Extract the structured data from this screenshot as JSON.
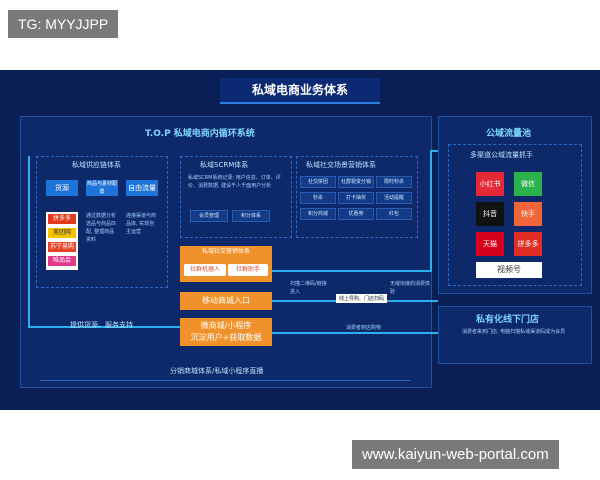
{
  "tag": "TG: MYYJJPP",
  "footer": "www.kaiyun-web-portal.com",
  "title": "私域电商业务体系",
  "top_system": "T.O.P 私域电商内循环系统",
  "supply": {
    "title": "私域供应链体系",
    "buttons": [
      "货源",
      "商品与素材配置",
      "自由流量"
    ],
    "desc1": "通过数据分析选品与商品匹配, 整理商品资料",
    "desc2": "连接渠道与商品库, 实现自主运营",
    "logos": [
      "拼多多",
      "美团网",
      "苏宁易购",
      "唯品会"
    ],
    "bottom": "提供货源、服务支持"
  },
  "scrm": {
    "title": "私域SCRM体系",
    "desc": "私域SCRM系统记录: 用户信息、订单、评价、消费数据, 建设千人千面用户分析",
    "tags": [
      "会员管理",
      "积分体系"
    ]
  },
  "social": {
    "title": "私域社交场景营销体系",
    "tags": [
      "社交拼团",
      "社群裂变分销",
      "限时秒杀",
      "秒杀",
      "打卡抽奖",
      "活动提醒",
      "积分商城",
      "优惠券",
      "红包"
    ]
  },
  "center": {
    "social_title": "私域社交营销体系",
    "robot": "社群机器人",
    "assistant": "社群助手",
    "entry": "移动商城入口",
    "mini": "微商城/小程序",
    "mini2": "沉淀用户+获取数据"
  },
  "public": {
    "title": "公域流量池",
    "subtitle": "多渠道公域流量抓手",
    "apps": [
      "小红书",
      "微信",
      "抖音",
      "快手",
      "天猫",
      "拼多多",
      "视频号"
    ]
  },
  "offline": {
    "title": "私有化线下门店",
    "desc": "消费者来到门店, 电脑扫描私域渠道码成为会员"
  },
  "notes": {
    "n1": "扫描二维码/链接进入",
    "n2": "线上导购、门店扫码",
    "n3": "无缝衔接的消费体验",
    "n4": "消费者到店购物"
  },
  "bottom_label": "分销商城体系/私域小程序直播"
}
